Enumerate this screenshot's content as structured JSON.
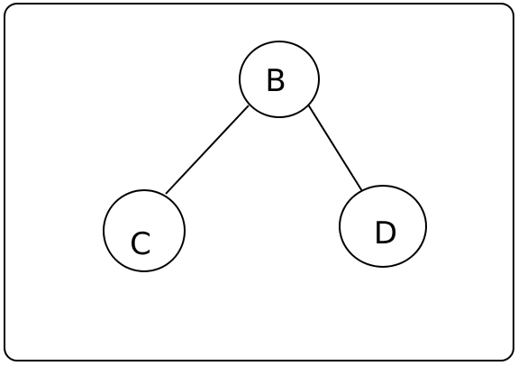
{
  "diagram": {
    "type": "tree",
    "nodes": [
      {
        "id": "B",
        "label": "B"
      },
      {
        "id": "C",
        "label": "C"
      },
      {
        "id": "D",
        "label": "D"
      }
    ],
    "edges": [
      {
        "from": "B",
        "to": "C"
      },
      {
        "from": "B",
        "to": "D"
      }
    ],
    "colors": {
      "stroke": "#000000",
      "background": "#ffffff"
    }
  }
}
